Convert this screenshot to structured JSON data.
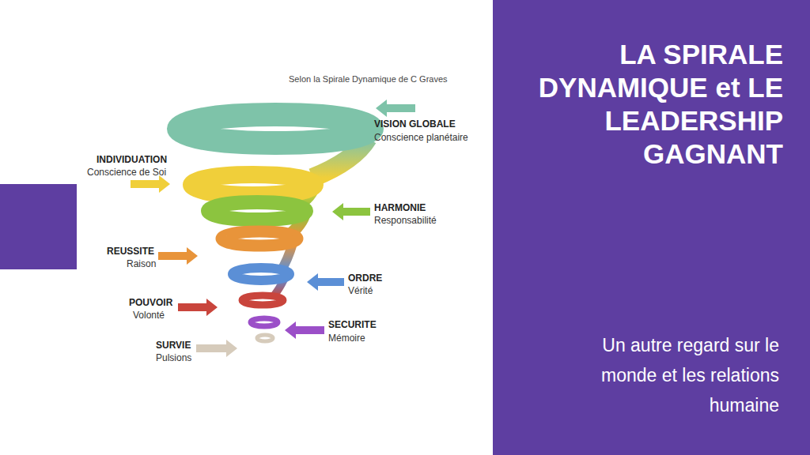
{
  "diagram": {
    "title": "LA SPIRALE DYNAMIQUE et LE LEADERSHIP GAGNANT",
    "caption": "Un autre regard sur le monde et les relations humaine",
    "labels": [
      "Selon la Spirale Dynamique de C Graves",
      "VISION GLOBALE",
      "Conscience planétaire",
      "INDIVIDUATION",
      "Conscience de Soi",
      "HARMONIE",
      "Responsabilité",
      "REUSSITE",
      "Raison",
      "ORDRE",
      "Vérité",
      "POUVOIR",
      "Volonté",
      "SECURITE",
      "Mémoire",
      "SURVIE",
      "Pulsions"
    ]
  }
}
